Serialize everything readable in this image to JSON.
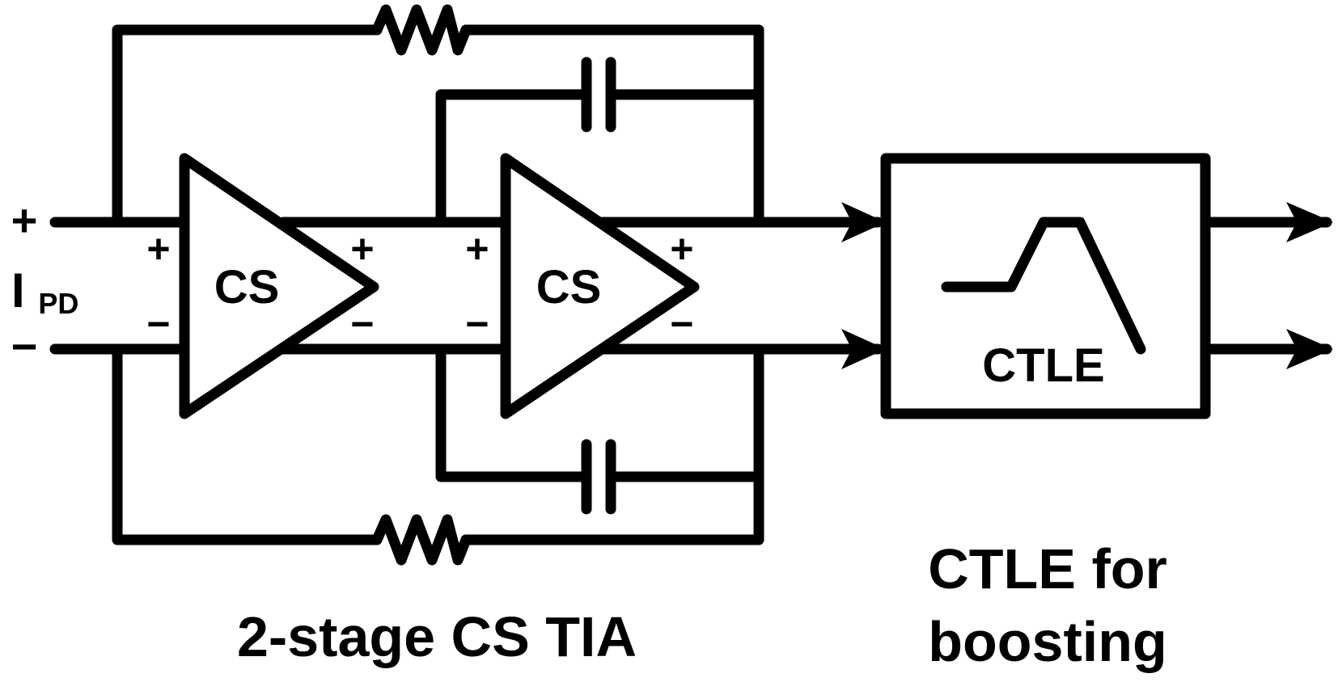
{
  "input": {
    "plus_sign": "+",
    "minus_sign": "−",
    "current_label_main": "I",
    "current_label_sub": "PD"
  },
  "tia": {
    "stage1": {
      "label": "CS",
      "in_plus": "+",
      "in_minus": "−",
      "out_plus": "+",
      "out_minus": "−"
    },
    "stage2": {
      "label": "CS",
      "in_plus": "+",
      "in_minus": "−",
      "out_plus": "+",
      "out_minus": "−"
    },
    "caption": "2-stage CS TIA"
  },
  "ctle": {
    "label": "CTLE",
    "caption_line1": "CTLE for",
    "caption_line2": "boosting"
  },
  "colors": {
    "stroke": "#000000",
    "background": "#ffffff"
  }
}
